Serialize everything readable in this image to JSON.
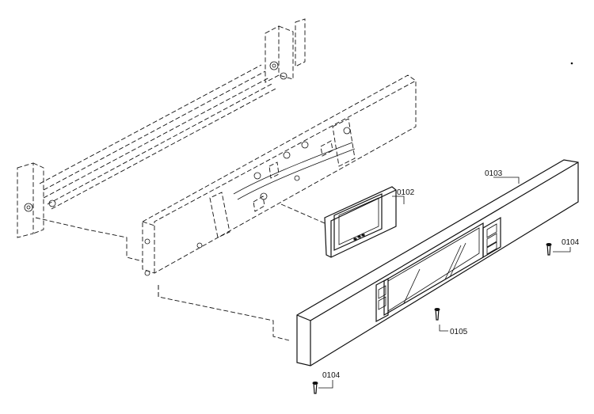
{
  "callouts": {
    "display_module": "0102",
    "front_panel": "0103",
    "screw_right": "0104",
    "screw_bottom": "0105",
    "screw_left": "0104"
  },
  "colors": {
    "ink": "#111111",
    "paper": "#ffffff"
  }
}
